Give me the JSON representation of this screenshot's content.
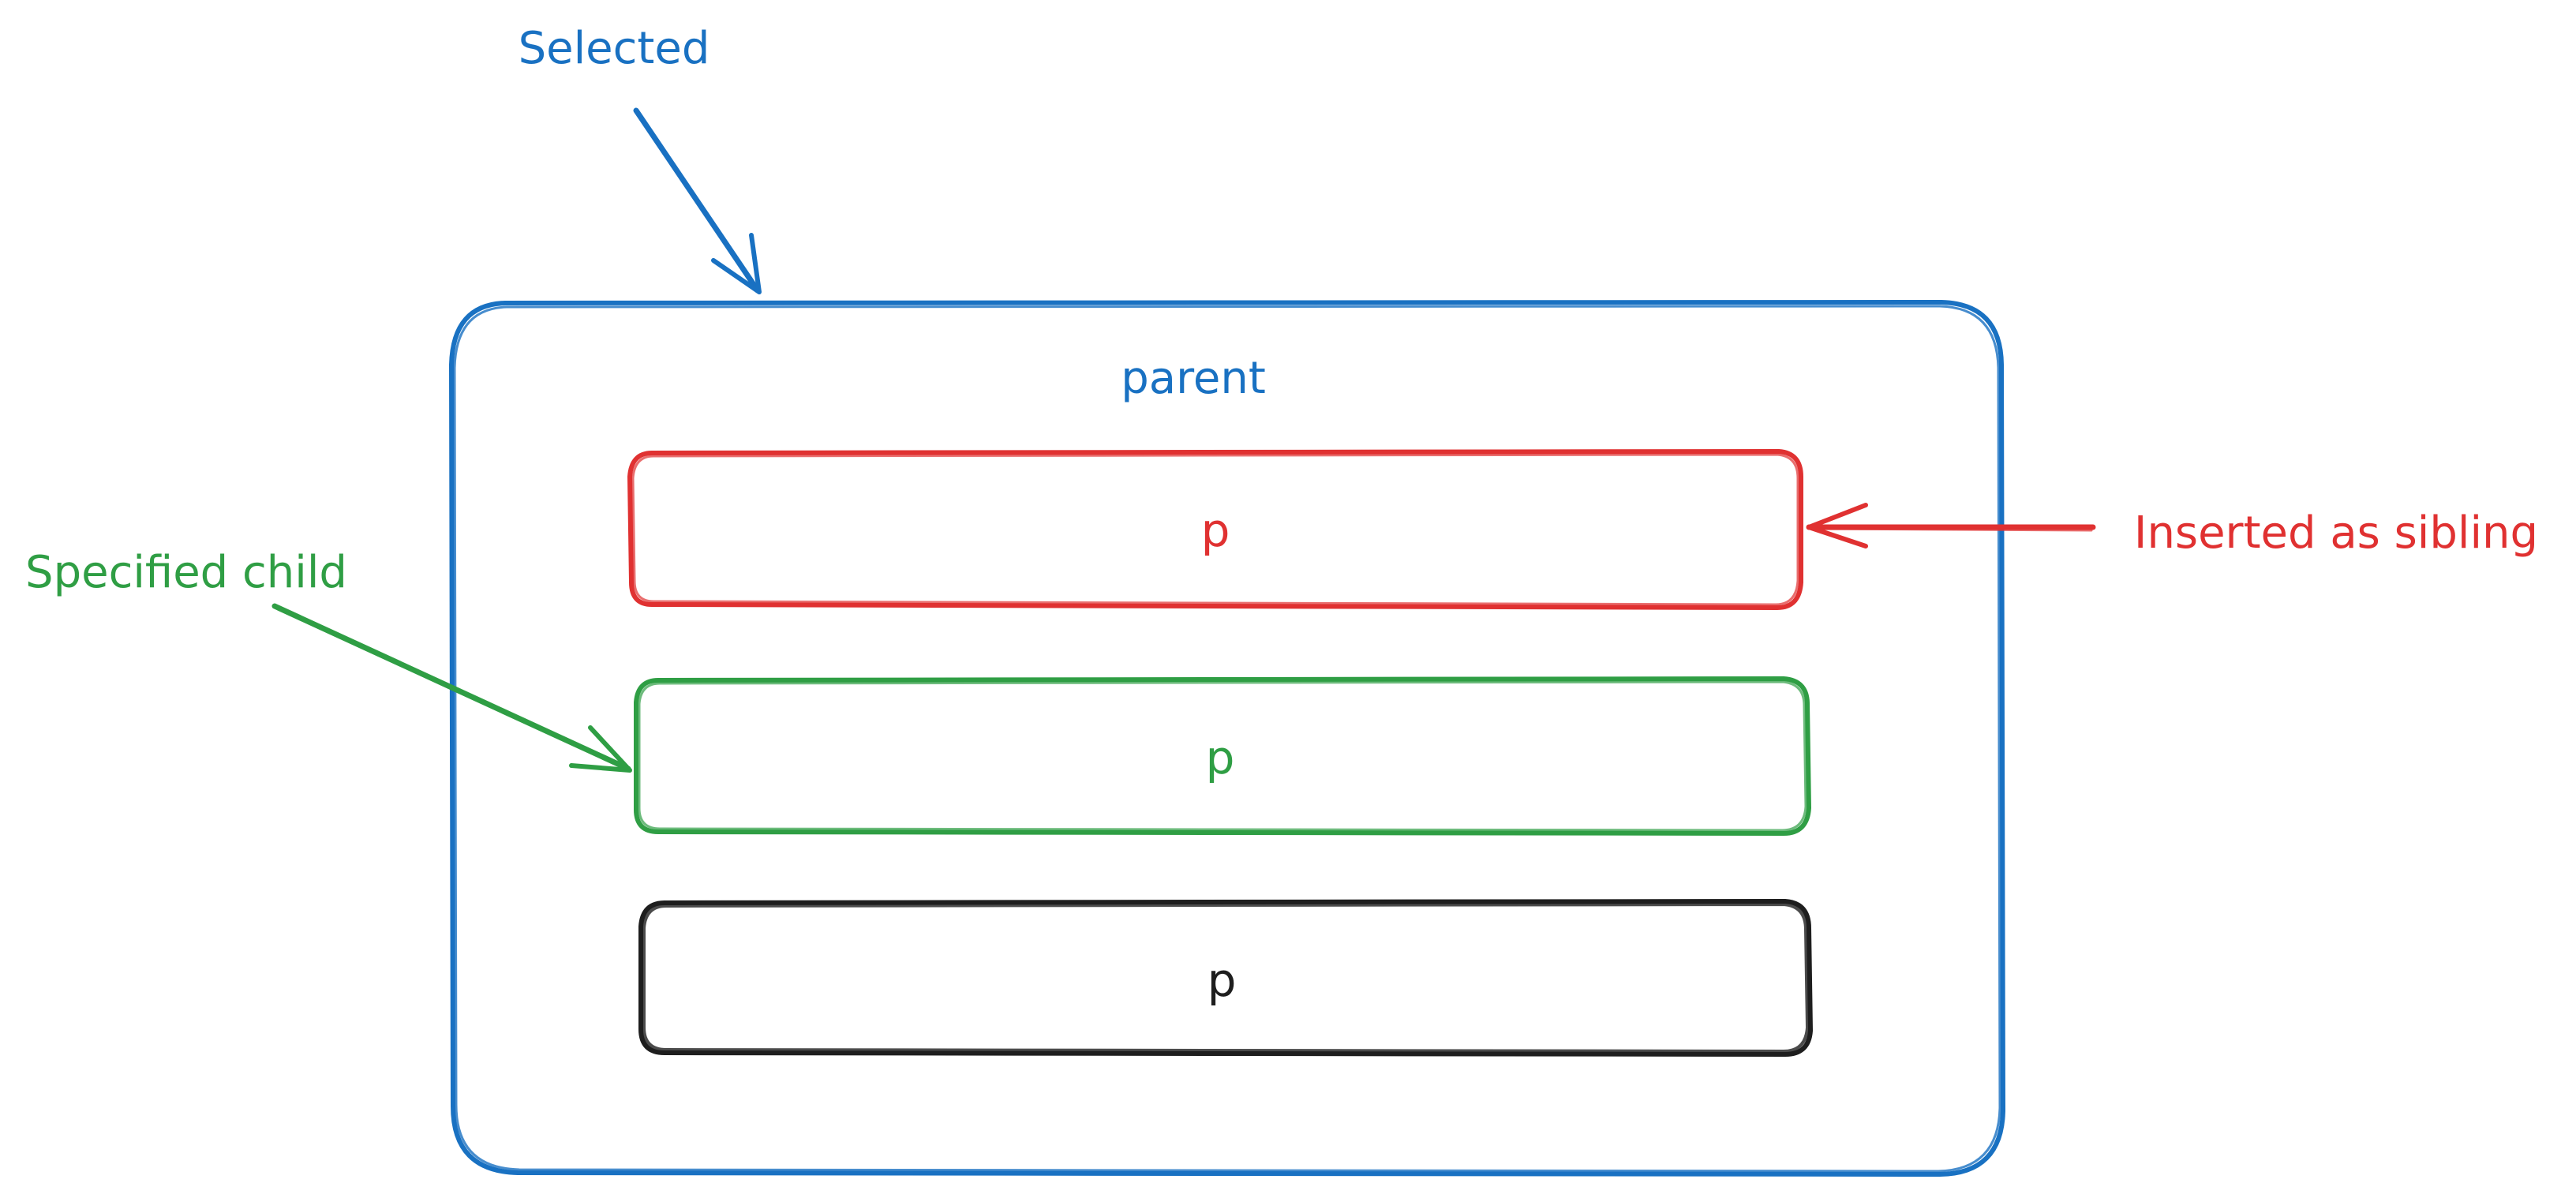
{
  "labels": {
    "selected": "Selected",
    "specified_child": "Specified child",
    "inserted_as_sibling": "Inserted as sibling"
  },
  "boxes": {
    "parent": "parent",
    "inserted_sibling": "p",
    "specified_child": "p",
    "existing_child": "p"
  },
  "colors": {
    "parent": "#1971c2",
    "inserted": "#e03131",
    "specified": "#2f9e44",
    "existing": "#1e1e1e",
    "background": "#ffffff"
  }
}
